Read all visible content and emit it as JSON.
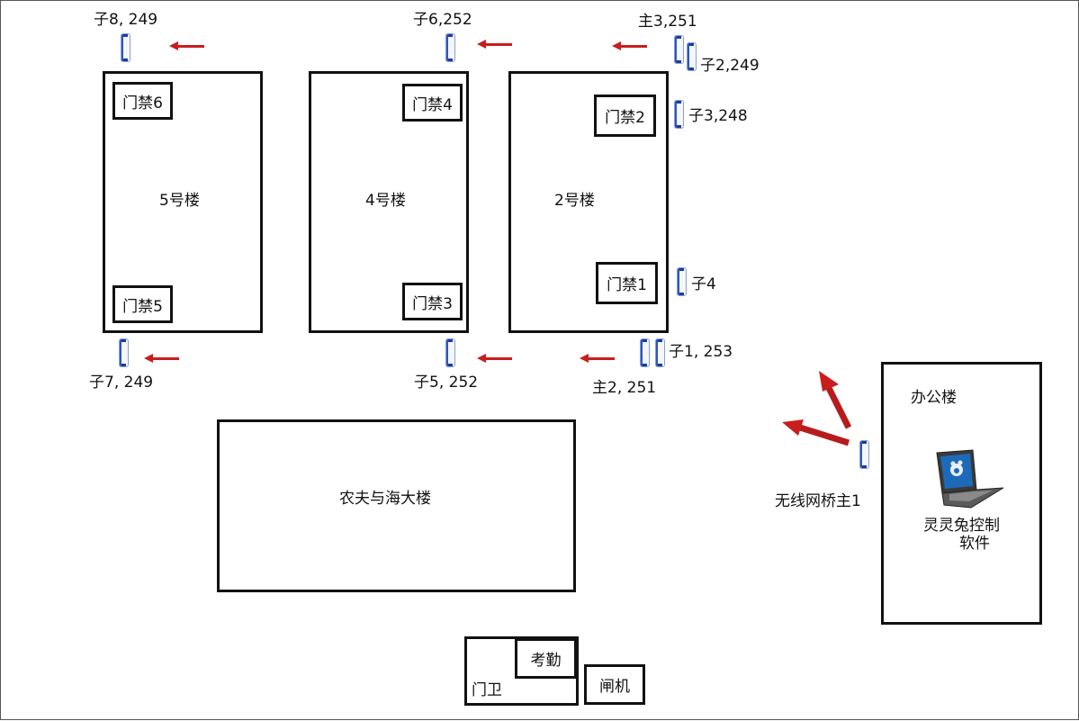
{
  "buildings": {
    "b5": "5号楼",
    "b4": "4号楼",
    "b2": "2号楼",
    "farmer": "农夫与海大楼",
    "office": "办公楼"
  },
  "access": {
    "door6": "门禁6",
    "door5": "门禁5",
    "door4": "门禁4",
    "door3": "门禁3",
    "door2": "门禁2",
    "door1": "门禁1"
  },
  "nodes": {
    "zi8": "子8, 249",
    "zi7": "子7, 249",
    "zi6": "子6,252",
    "zi5": "子5, 252",
    "zhu3": "主3,251",
    "zi2": "子2,249",
    "zi3": "子3,248",
    "zi4": "子4",
    "zi1": "子1, 253",
    "zhu2": "主2, 251",
    "bridge_main": "无线网桥主1"
  },
  "software": {
    "line1": "灵灵兔控制",
    "line2": "软件"
  },
  "gate": {
    "guard": "门卫",
    "attendance": "考勤",
    "turnstile": "闸机"
  },
  "colors": {
    "arrow": "#c81e1e",
    "device_blue": "#2a55c8",
    "outline": "#111111"
  }
}
